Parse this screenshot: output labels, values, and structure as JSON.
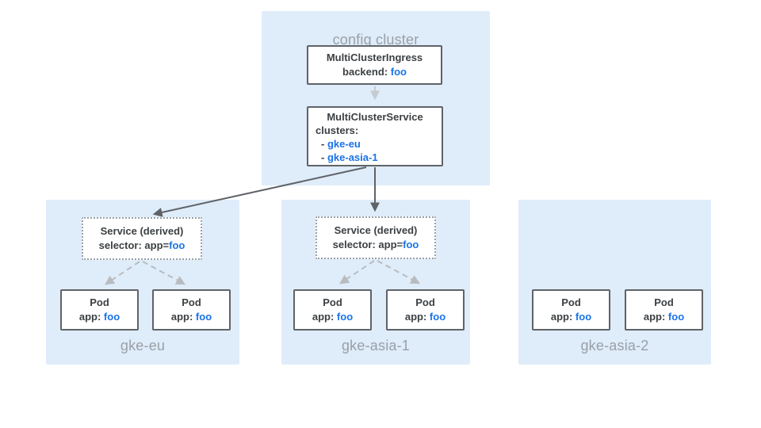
{
  "colors": {
    "cluster_bg": "#dfecfa",
    "node_border": "#5f6368",
    "node_bg": "#ffffff",
    "text_dark": "#3c4043",
    "text_blue": "#1a73e8",
    "text_gray": "#9aa0a6",
    "arrow_dark": "#5f6368",
    "arrow_light_dashed": "#b9bcbf",
    "arrow_soft": "#c7cace"
  },
  "config_cluster": {
    "label": "config cluster",
    "ingress": {
      "title": "MultiClusterIngress",
      "backend_label": "backend:",
      "backend_value": "foo"
    },
    "service": {
      "title": "MultiClusterService",
      "clusters_label": "clusters:",
      "items": [
        {
          "dash": "-",
          "name": "gke-eu"
        },
        {
          "dash": "-",
          "name": "gke-asia-1"
        }
      ]
    }
  },
  "clusters": [
    {
      "name": "gke-eu",
      "service": {
        "title": "Service (derived)",
        "selector_label": "selector: app=",
        "selector_value": "foo"
      },
      "pods": [
        {
          "title": "Pod",
          "label": "app:",
          "value": "foo"
        },
        {
          "title": "Pod",
          "label": "app:",
          "value": "foo"
        }
      ]
    },
    {
      "name": "gke-asia-1",
      "service": {
        "title": "Service (derived)",
        "selector_label": "selector: app=",
        "selector_value": "foo"
      },
      "pods": [
        {
          "title": "Pod",
          "label": "app:",
          "value": "foo"
        },
        {
          "title": "Pod",
          "label": "app:",
          "value": "foo"
        }
      ]
    },
    {
      "name": "gke-asia-2",
      "pods": [
        {
          "title": "Pod",
          "label": "app:",
          "value": "foo"
        },
        {
          "title": "Pod",
          "label": "app:",
          "value": "foo"
        }
      ]
    }
  ]
}
